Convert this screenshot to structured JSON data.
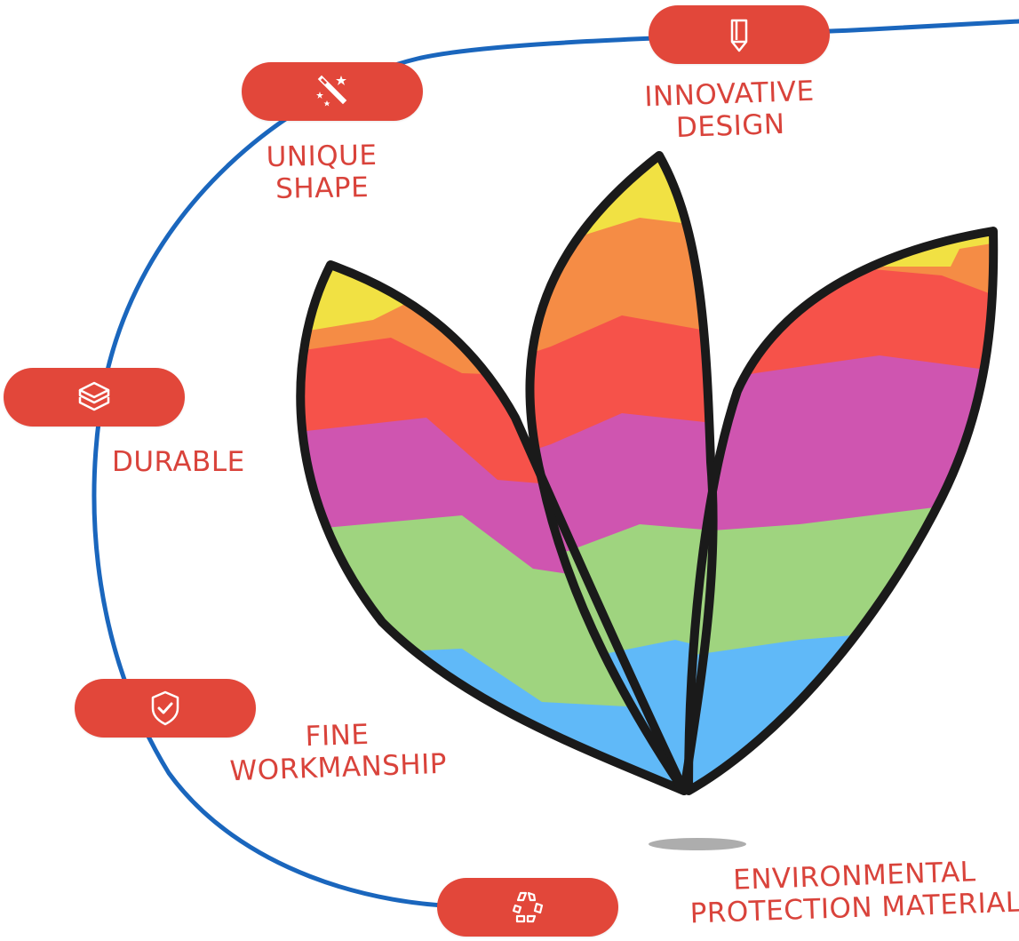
{
  "colors": {
    "accent_red": "#e2473a",
    "label_red": "#d9433b",
    "connector_blue": "#1a66bd",
    "kite_outline": "#1a1a1a",
    "stripe_yellow": "#f1e143",
    "stripe_orange": "#f58c45",
    "stripe_red": "#f6524a",
    "stripe_magenta": "#cf55b0",
    "stripe_green": "#9fd47f",
    "stripe_blue": "#60b9f8"
  },
  "features": [
    {
      "id": "innovative-design",
      "icon": "pencil-icon",
      "lines": [
        "INNOVATIVE",
        "DESIGN"
      ]
    },
    {
      "id": "unique-shape",
      "icon": "magic-wand-icon",
      "lines": [
        "UNIQUE",
        "SHAPE"
      ]
    },
    {
      "id": "durable",
      "icon": "layers-icon",
      "lines": [
        "DURABLE"
      ]
    },
    {
      "id": "fine-workmanship",
      "icon": "shield-check-icon",
      "lines": [
        "FINE",
        "WORKMANSHIP"
      ]
    },
    {
      "id": "environmental-protection-material",
      "icon": "recycle-icon",
      "lines": [
        "ENVIRONMENTAL",
        "PROTECTION MATERIAL"
      ]
    }
  ],
  "product": {
    "name": "rainbow-petal-kite"
  }
}
